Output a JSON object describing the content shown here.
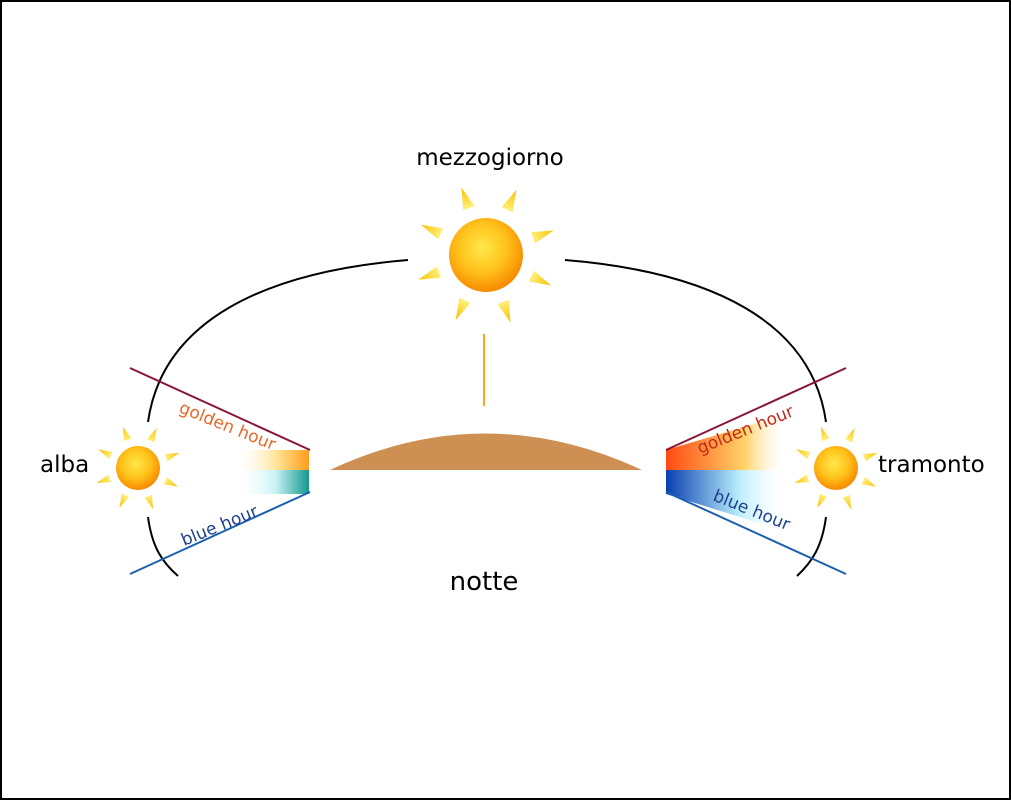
{
  "labels": {
    "noon": "mezzogiorno",
    "sunrise": "alba",
    "sunset": "tramonto",
    "night": "notte",
    "golden_hour_left": "golden hour",
    "blue_hour_left": "blue hour",
    "golden_hour_right": "golden hour",
    "blue_hour_right": "blue hour"
  },
  "colors": {
    "arc": "#000000",
    "earth": "#cd8f52",
    "noon_ray": "#f5a623",
    "golden_line": "#8a1538",
    "blue_line": "#1a5fb0",
    "golden_text": "#e8682a",
    "blue_text": "#1f3f8f",
    "sun_core": "#ffb300",
    "sun_rays": "#f7c61a"
  },
  "icons": {
    "noon_sun": "sun-icon",
    "sunrise_sun": "sun-icon",
    "sunset_sun": "sun-icon"
  }
}
